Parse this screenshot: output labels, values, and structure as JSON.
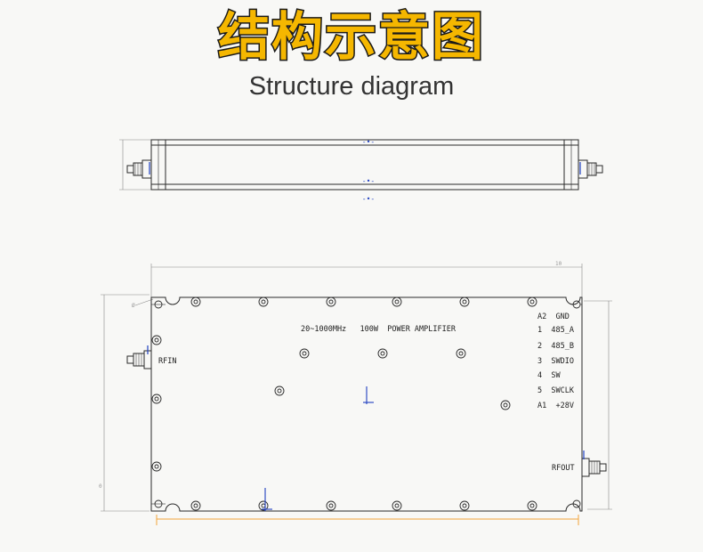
{
  "header": {
    "title_cn": "结构示意图",
    "title_en": "Structure diagram"
  },
  "front_view": {
    "center_marks": [
      "-•-",
      "-•-",
      "-•-"
    ]
  },
  "top_view": {
    "product_label": "20~1000MHz   100W  POWER AMPLIFIER",
    "rf_in_label": "RFIN",
    "rf_out_label": "RFOUT",
    "pin_labels": [
      "A2  GND",
      "1  485_A",
      "2  485_B",
      "3  SWDIO",
      "4  SW",
      "5  SWCLK",
      "A1  +28V"
    ],
    "dim_top_value": "10",
    "dim_left_value": "0",
    "dim_corner_value": "Ø"
  },
  "colors": {
    "title_fill": "#f5b700",
    "title_stroke": "#1a1a1a",
    "line": "#2a2a2a",
    "dimension": "#888888",
    "marker_blue": "#2040c0",
    "highlight_orange": "#f2a33a"
  }
}
